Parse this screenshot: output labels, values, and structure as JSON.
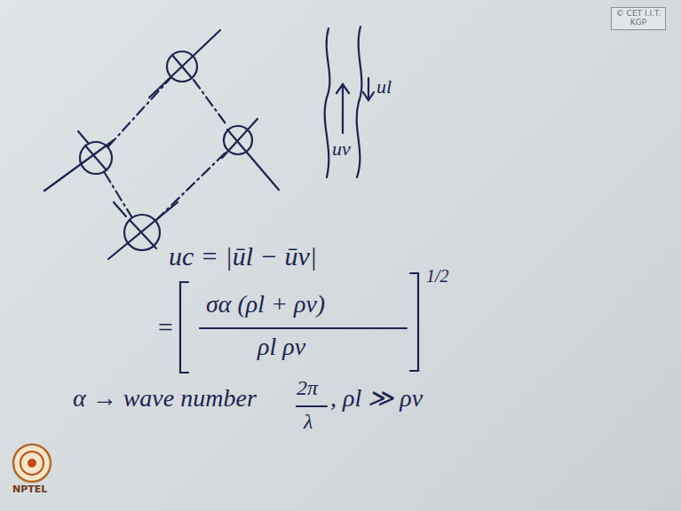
{
  "diagram": {
    "labels": [
      "© CET I.I.T. KGP",
      "uv",
      "ul",
      "uc = |ūl − ūv|",
      "=",
      "σα (ρl + ρv)",
      "ρl ρv",
      "1/2",
      "α → wave number",
      "2π",
      "λ",
      ", ρl ≫ ρv",
      "NPTEL"
    ]
  }
}
